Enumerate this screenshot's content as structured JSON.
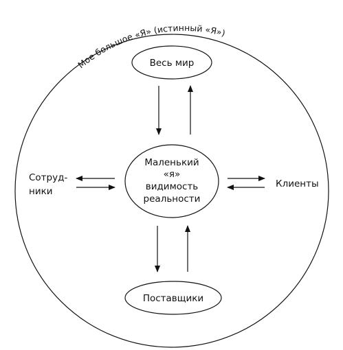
{
  "outer": {
    "caption": "Мое большое «Я» (истинный «Я»)"
  },
  "nodes": {
    "top": {
      "label": "Весь мир"
    },
    "center": {
      "lines": [
        "Маленький",
        "«я»",
        "видимость",
        "реальности"
      ]
    },
    "bottom": {
      "label": "Поставщики"
    },
    "left": {
      "lines": [
        "Сотруд-",
        "ники"
      ]
    },
    "right": {
      "label": "Клиенты"
    }
  }
}
